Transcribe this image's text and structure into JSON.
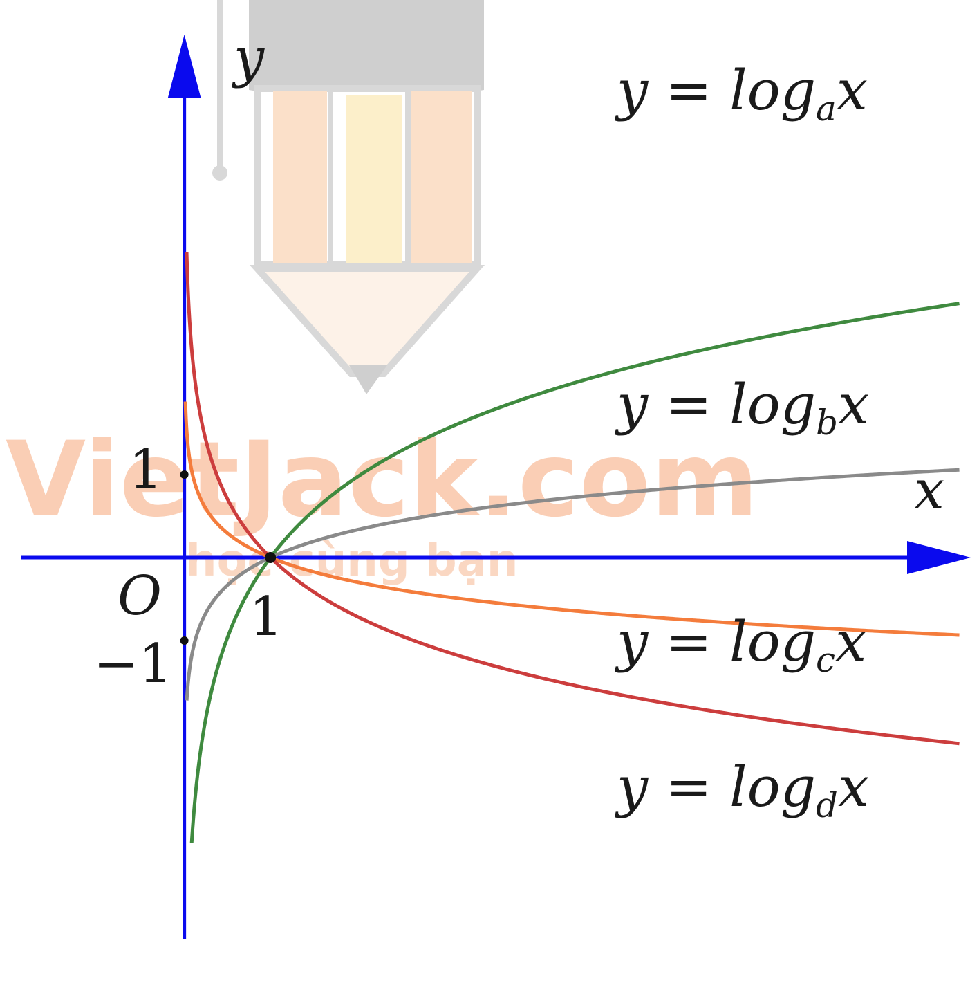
{
  "chart_data": {
    "type": "line",
    "title": "",
    "xlabel": "x",
    "ylabel": "y",
    "origin_label": "O",
    "x_tick_labels": [
      "1"
    ],
    "y_tick_labels": [
      "1",
      "−1"
    ],
    "xlim": [
      -1.9,
      9.1
    ],
    "ylim": [
      -4.6,
      6.3
    ],
    "grid": false,
    "highlight_point": {
      "x": 1,
      "y": 0
    },
    "y_tick_points": [
      {
        "x": 0,
        "y": 1
      },
      {
        "x": 0,
        "y": -1
      }
    ],
    "series": [
      {
        "name": "y = log_a x",
        "label_parts": {
          "left": "y = log",
          "base": "a",
          "right": "x"
        },
        "color": "#3f8a3f",
        "base": 2.05,
        "x_range": [
          0.085,
          9.0
        ]
      },
      {
        "name": "y = log_b x",
        "label_parts": {
          "left": "y = log",
          "base": "b",
          "right": "x"
        },
        "color": "#8a8a8a",
        "base": 8.0,
        "x_range": [
          0.028,
          9.0
        ]
      },
      {
        "name": "y = log_c x",
        "label_parts": {
          "left": "y = log",
          "base": "c",
          "right": "x"
        },
        "color": "#f47c3c",
        "base": 0.095,
        "x_range": [
          0.012,
          9.0
        ]
      },
      {
        "name": "y = log_d x",
        "label_parts": {
          "left": "y = log",
          "base": "d",
          "right": "x"
        },
        "color": "#cc3d3d",
        "base": 0.375,
        "x_range": [
          0.027,
          9.0
        ]
      }
    ]
  },
  "colors": {
    "axis": "#0a0aee",
    "text": "#1a1a1a",
    "watermark": "#f6a77a"
  },
  "watermark": {
    "brand": "VietJack.com",
    "tagline": "học cùng bạn"
  }
}
